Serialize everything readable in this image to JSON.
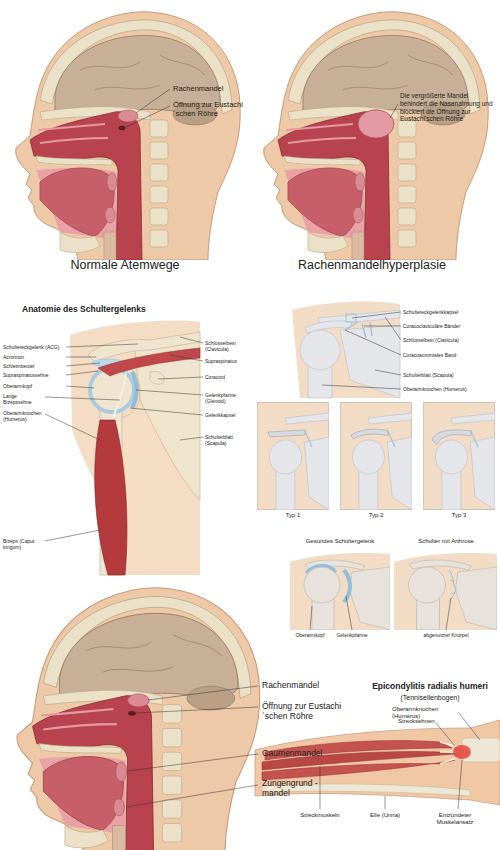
{
  "diagram": {
    "labels": [
      "Rachenmandel",
      "Öffnung zur Eustachi´schen Röhre",
      "Normale Atemwege",
      "Die vergrößerte Mandel behindert die Nasenatmung und blockiert die Öffnung zur Eustachi'schen Röhre",
      "Rachenmandelhyperplasie",
      "Anatomie des Schultergelenks",
      "Schultereckgelenk (ACG)",
      "Acromion",
      "Schleimbeutel",
      "Supraspinatussehne",
      "Oberarmkopf",
      "Lange Bizepssehne",
      "Oberarmknochen (Humerus)",
      "Bizeps (Caput longum)",
      "Schlüsselbein (Clavicula)",
      "Supraspinatus",
      "Coracoid",
      "Gelenkpfanne (Glenoid)",
      "Gelenkkapsel",
      "Schulterblatt (Scapula)",
      "Schultereckgelenkkapsel",
      "Coracoclaviculäre Bänder",
      "Schlüsselbein (Clavicula)",
      "Coracoacromiales Band",
      "Schulterblatt (Scapula)",
      "Oberarmknochen (Humerus)",
      "Typ 1",
      "Typ 2",
      "Typ 3",
      "Gesundes Schultergelenk",
      "Schulter mit Arthrose",
      "Oberarmkopf",
      "Gelenkpfanne",
      "abgenutzter Knorpel",
      "Rachenmandel",
      "Öffnung zur Eustachi´schen Röhre",
      "Gaumenmandel",
      "Zungengrund - mandel",
      "Epicondylitis radialis humeri",
      "(Tennisellenbogen)",
      "Oberarmknochen (Humerus)",
      "Strecksehnen",
      "Streckmuskeln",
      "Elle (Unna)",
      "Entzündeter Muskelansatz"
    ]
  }
}
